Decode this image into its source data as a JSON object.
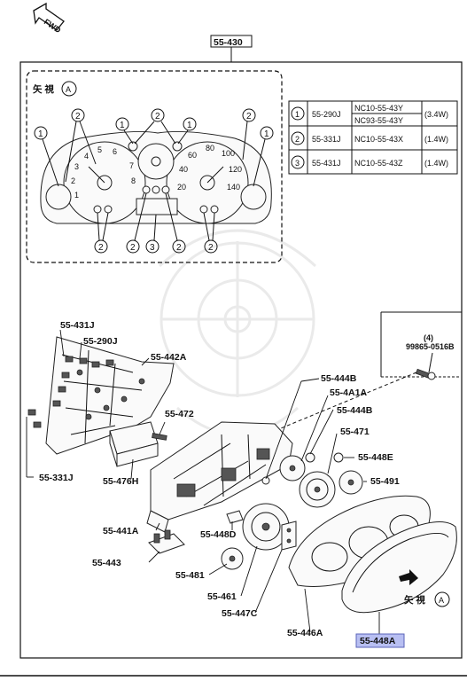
{
  "fwd_label": "FWD",
  "top_part": "55-430",
  "view_label": "矢 視",
  "view_letter": "A",
  "bulb_markers": {
    "one": "1",
    "two": "2",
    "three": "3"
  },
  "table": [
    {
      "num": "1",
      "part": "55-290J",
      "codes": [
        "NC10-55-43Y",
        "NC93-55-43Y"
      ],
      "watt": "(3.4W)"
    },
    {
      "num": "2",
      "part": "55-331J",
      "codes": [
        "NC10-55-43X"
      ],
      "watt": "(1.4W)"
    },
    {
      "num": "3",
      "part": "55-431J",
      "codes": [
        "NC10-55-43Z"
      ],
      "watt": "(1.4W)"
    }
  ],
  "screw": {
    "qty": "(4)",
    "part": "99865-0516B"
  },
  "parts": {
    "p431j": "55-431J",
    "p290j": "55-290J",
    "p442a": "55-442A",
    "p472": "55-472",
    "p331j": "55-331J",
    "p476h": "55-476H",
    "p441a": "55-441A",
    "p443": "55-443",
    "p448d": "55-448D",
    "p481": "55-481",
    "p461": "55-461",
    "p447c": "55-447C",
    "p446a": "55-446A",
    "p448a": "55-448A",
    "p444b1": "55-444B",
    "p4a1a": "55-4A1A",
    "p444b2": "55-444B",
    "p471": "55-471",
    "p448e": "55-448E",
    "p491": "55-491"
  },
  "gauge_ticks": {
    "tach": [
      "1",
      "2",
      "3",
      "4",
      "5",
      "6",
      "7",
      "8"
    ],
    "speed": [
      "20",
      "40",
      "60",
      "80",
      "100",
      "120",
      "140"
    ]
  }
}
